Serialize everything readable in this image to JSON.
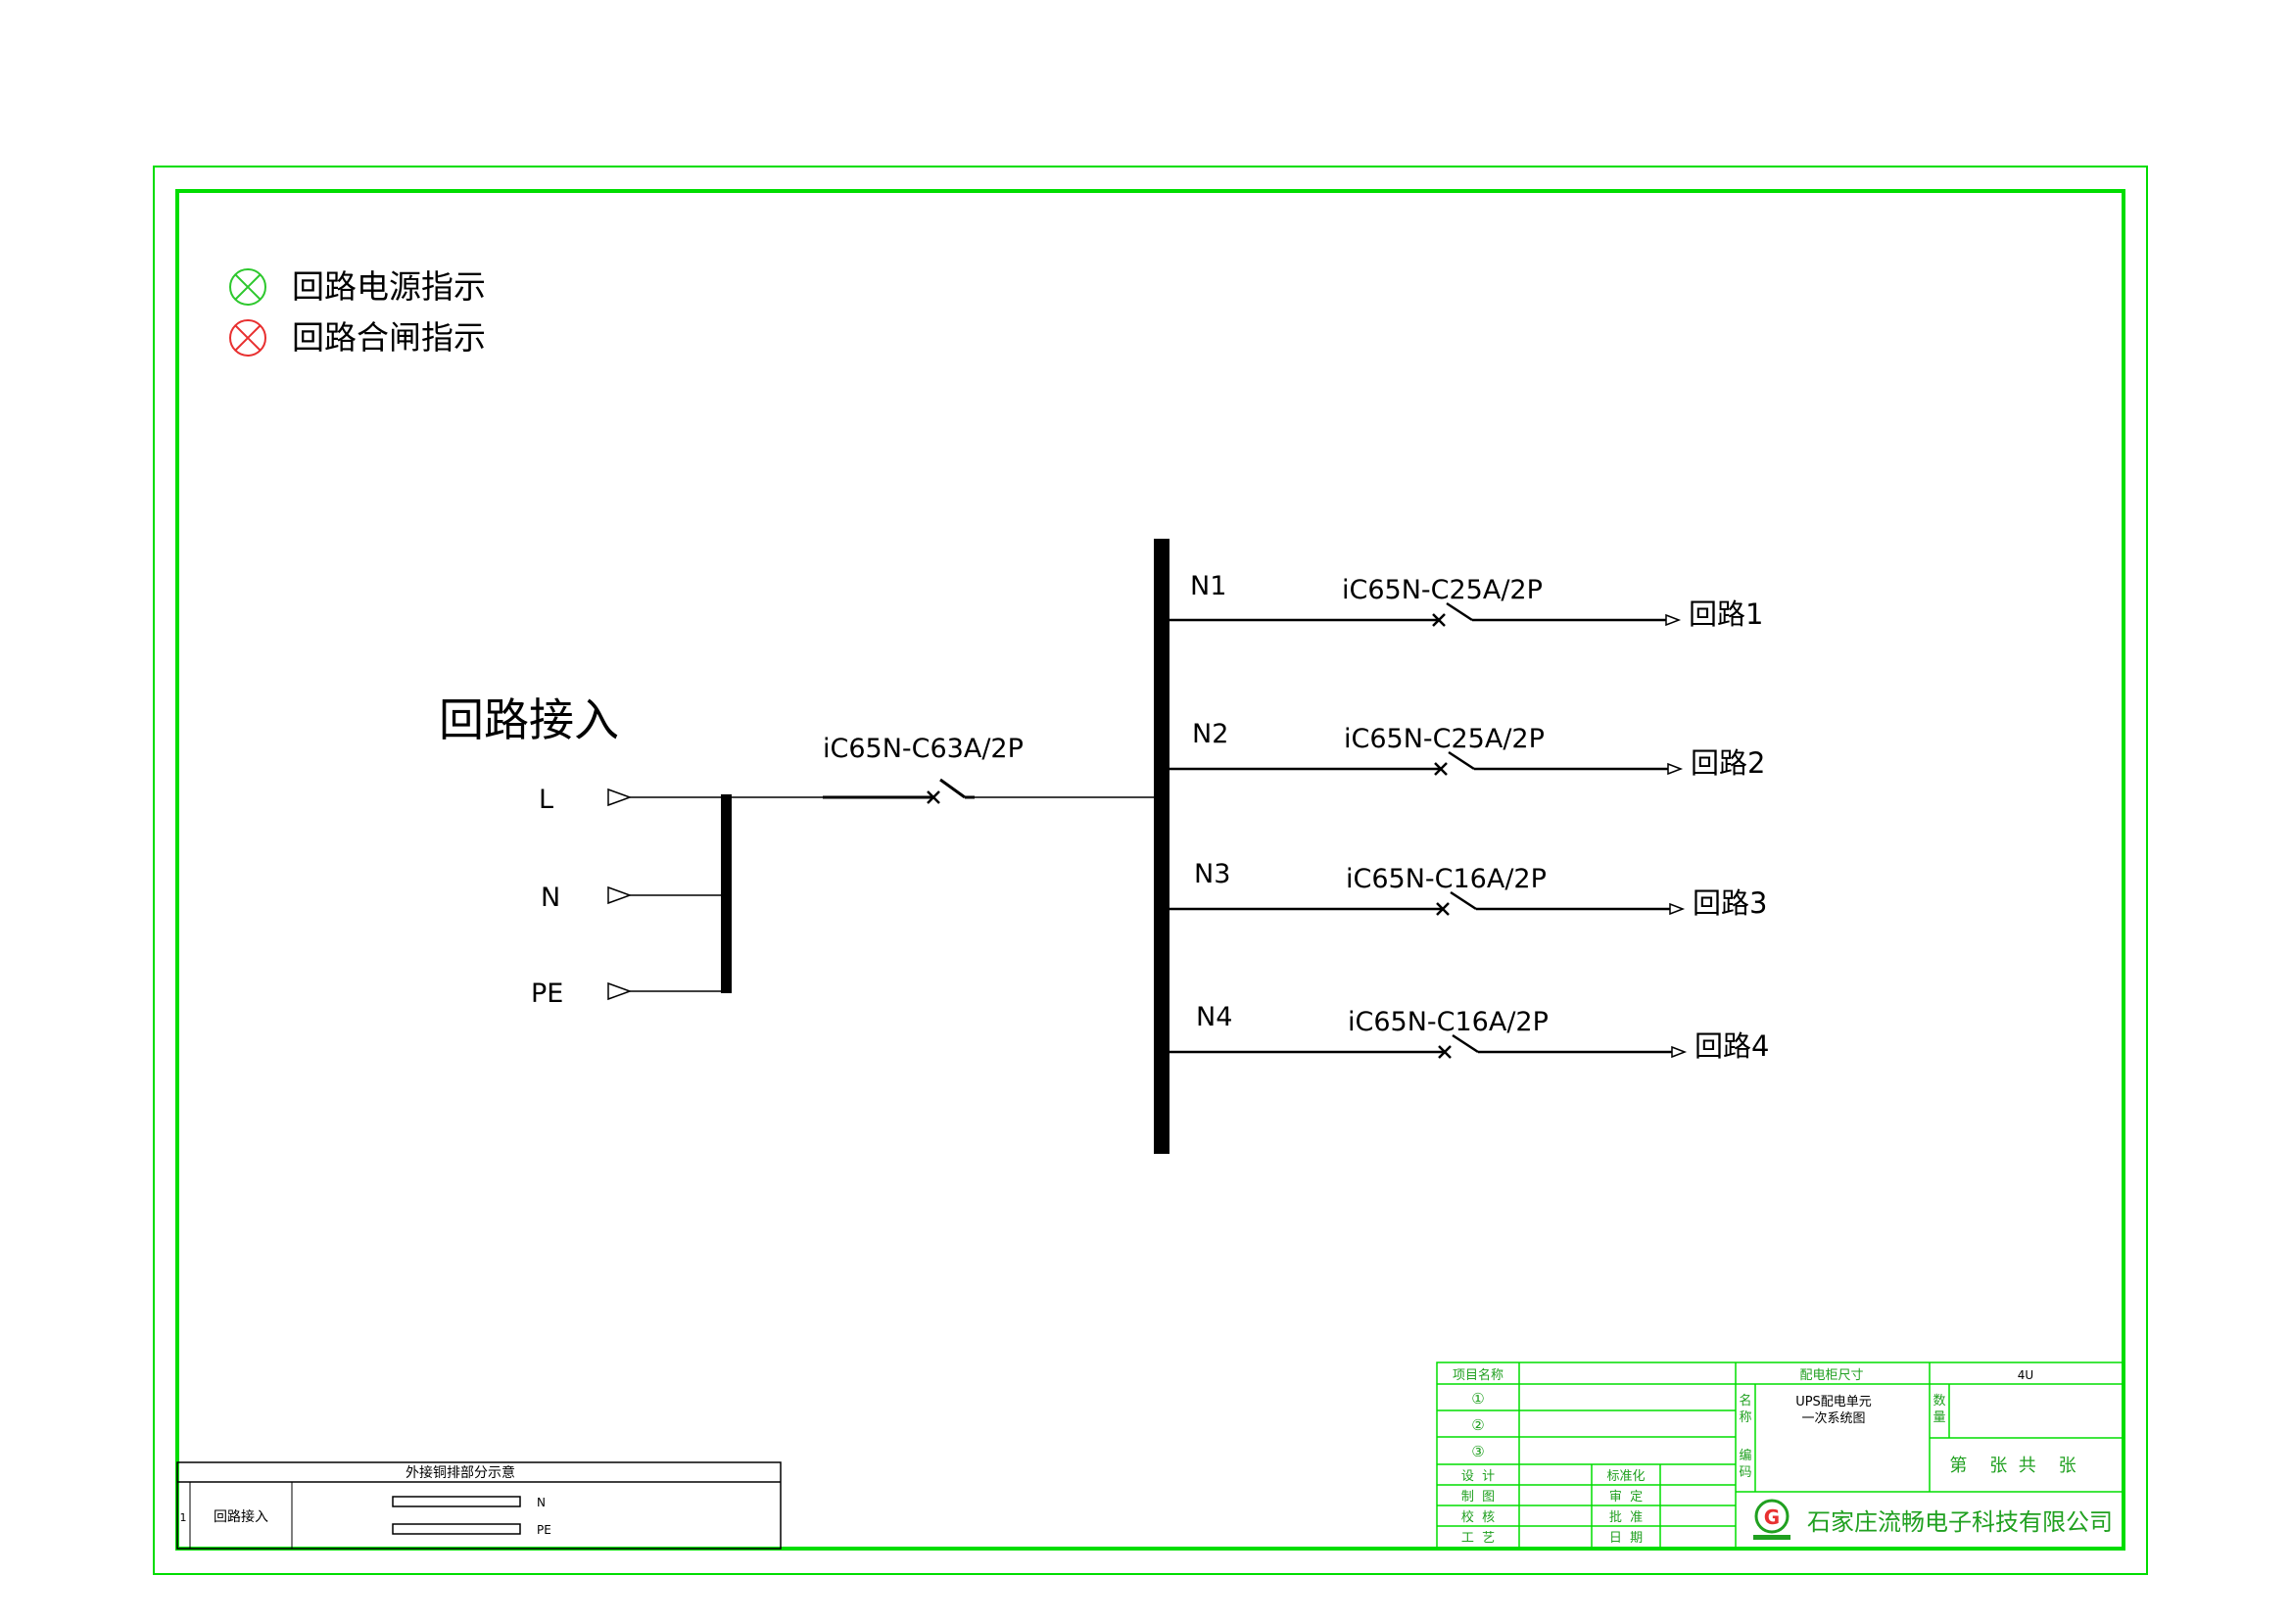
{
  "legend": {
    "power_indicator": "回路电源指示",
    "closing_indicator": "回路合闸指示"
  },
  "incoming": {
    "title": "回路接入",
    "terminals": [
      "L",
      "N",
      "PE"
    ],
    "main_breaker": "iC65N-C63A/2P"
  },
  "branches": [
    {
      "n": "N1",
      "breaker": "iC65N-C25A/2P",
      "output": "回路1"
    },
    {
      "n": "N2",
      "breaker": "iC65N-C25A/2P",
      "output": "回路2"
    },
    {
      "n": "N3",
      "breaker": "iC65N-C16A/2P",
      "output": "回路3"
    },
    {
      "n": "N4",
      "breaker": "iC65N-C16A/2P",
      "output": "回路4"
    }
  ],
  "busbar_table": {
    "title": "外接铜排部分示意",
    "row_no": "1",
    "row_name": "回路接入",
    "bar_labels": [
      "N",
      "PE"
    ]
  },
  "title_block": {
    "project_name_label": "项目名称",
    "cabinet_size_label": "配电柜尺寸",
    "cabinet_size_value": "4U",
    "rev_marks": [
      "①",
      "②",
      "③"
    ],
    "name_label": [
      "名",
      "称"
    ],
    "drawing_name": [
      "UPS配电单元",
      "一次系统图"
    ],
    "qty_label": [
      "数",
      "量"
    ],
    "code_label": [
      "编",
      "码"
    ],
    "sheet_info": "第    张  共    张",
    "left_roles": [
      "设  计",
      "制  图",
      "校  核",
      "工  艺"
    ],
    "right_roles": [
      "标准化",
      "审  定",
      "批  准",
      "日  期"
    ],
    "company": "石家庄流畅电子科技有限公司",
    "logo_letter": "G"
  },
  "colors": {
    "frame": "#00dd00",
    "indicator_green": "#2ec82e",
    "indicator_red": "#e83030",
    "titleblock_text": "#20a020"
  }
}
